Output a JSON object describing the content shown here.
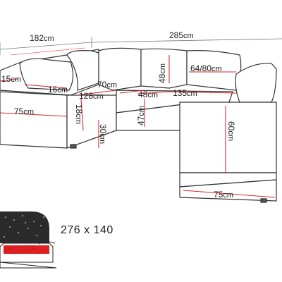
{
  "unit": "cm",
  "dimensions": {
    "overall_left_depth": "182",
    "overall_width": "285",
    "armrest_width": "15",
    "backrest_depth_left": "16",
    "seat_depth_left": "75",
    "seat_width_left": "128",
    "seat_height": "18",
    "leg_height": "30",
    "corner_seat": "70",
    "corner_seat_width": "48",
    "cushion_height": "48",
    "seat_depth_total": "47",
    "right_section_width": "135",
    "cushion_size": "64/80",
    "chaise_height": "60",
    "chaise_width": "75"
  },
  "bed_size": "276 x 140",
  "colors": {
    "outline": "#333333",
    "dimension_line": "#d9262c",
    "bed_red": "#e02020",
    "dark_panel": "#2b2b2b"
  }
}
